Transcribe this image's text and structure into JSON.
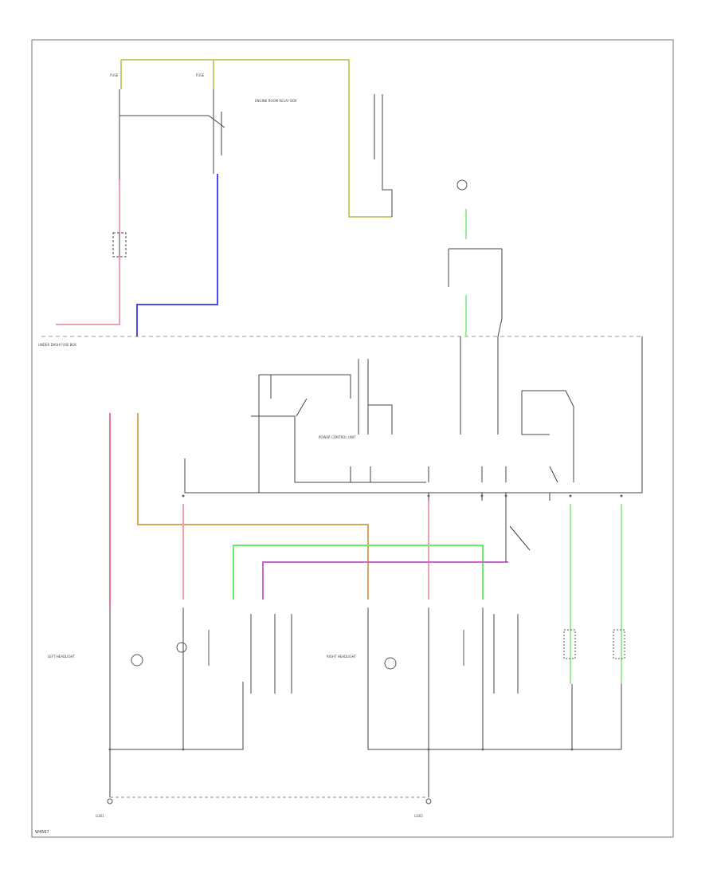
{
  "labels": {
    "fuse_a": "FUSE",
    "fuse_b": "FUSE",
    "relay_box_top": "ENGINE ROOM RELAY BOX",
    "fuse_box_left": "UNDER DASH FUSE BOX",
    "lamp_left_label": "LEFT HEADLIGHT",
    "lamp_right_label": "RIGHT HEADLIGHT",
    "control_unit": "POWER CONTROL UNIT",
    "ground_left": "G301",
    "ground_right": "G302",
    "footer_code": "W4567"
  },
  "colors": {
    "yellow": "#c9c971",
    "blue": "#4a4af0",
    "red": "#f0a0a8",
    "orange": "#d4a860",
    "green": "#66ee66",
    "magenta": "#cc66cc",
    "light_green": "#99ee99"
  }
}
